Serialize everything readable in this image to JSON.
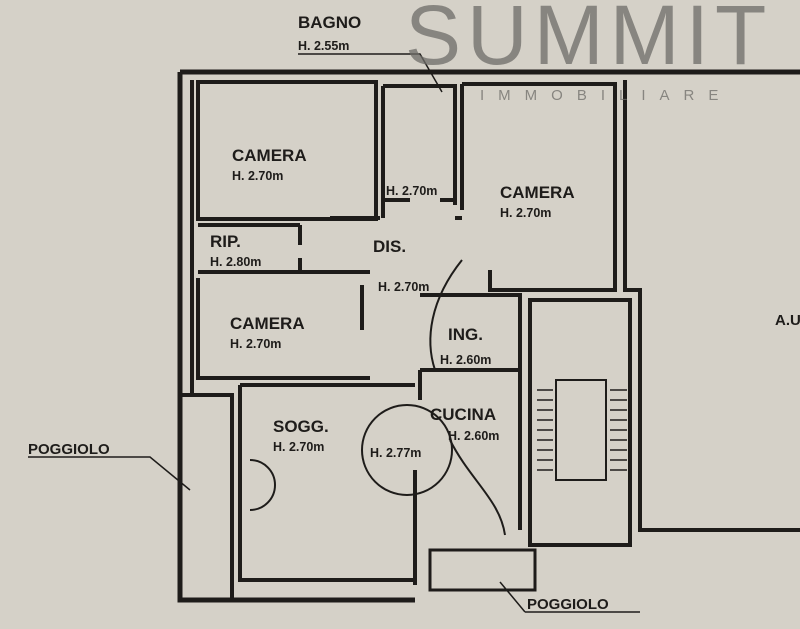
{
  "rooms": {
    "bagno": {
      "name": "BAGNO",
      "height": "H. 2.55m"
    },
    "bagno_inner": {
      "height": "H. 2.70m"
    },
    "camera1": {
      "name": "CAMERA",
      "height": "H. 2.70m"
    },
    "camera2": {
      "name": "CAMERA",
      "height": "H. 2.70m"
    },
    "camera3": {
      "name": "CAMERA",
      "height": "H. 2.70m"
    },
    "rip": {
      "name": "RIP.",
      "height": "H. 2.80m"
    },
    "dis": {
      "name": "DIS.",
      "height": "H. 2.70m"
    },
    "ing": {
      "name": "ING.",
      "height": "H. 2.60m"
    },
    "sogg": {
      "name": "SOGG.",
      "height": "H. 2.70m"
    },
    "rotonda": {
      "height": "H. 2.77m"
    },
    "cucina": {
      "name": "CUCINA",
      "height": "H. 2.60m"
    },
    "poggiolo_left": {
      "name": "POGGIOLO"
    },
    "poggiolo_bottom": {
      "name": "POGGIOLO"
    },
    "adjacent": {
      "name": "A.U"
    }
  },
  "watermark": {
    "brand": "SUMMIT",
    "sub": "IMMOBILIARE"
  },
  "colors": {
    "paper": "#d5d1c8",
    "ink": "#1e1c1a",
    "watermark": "#6e6c68"
  }
}
